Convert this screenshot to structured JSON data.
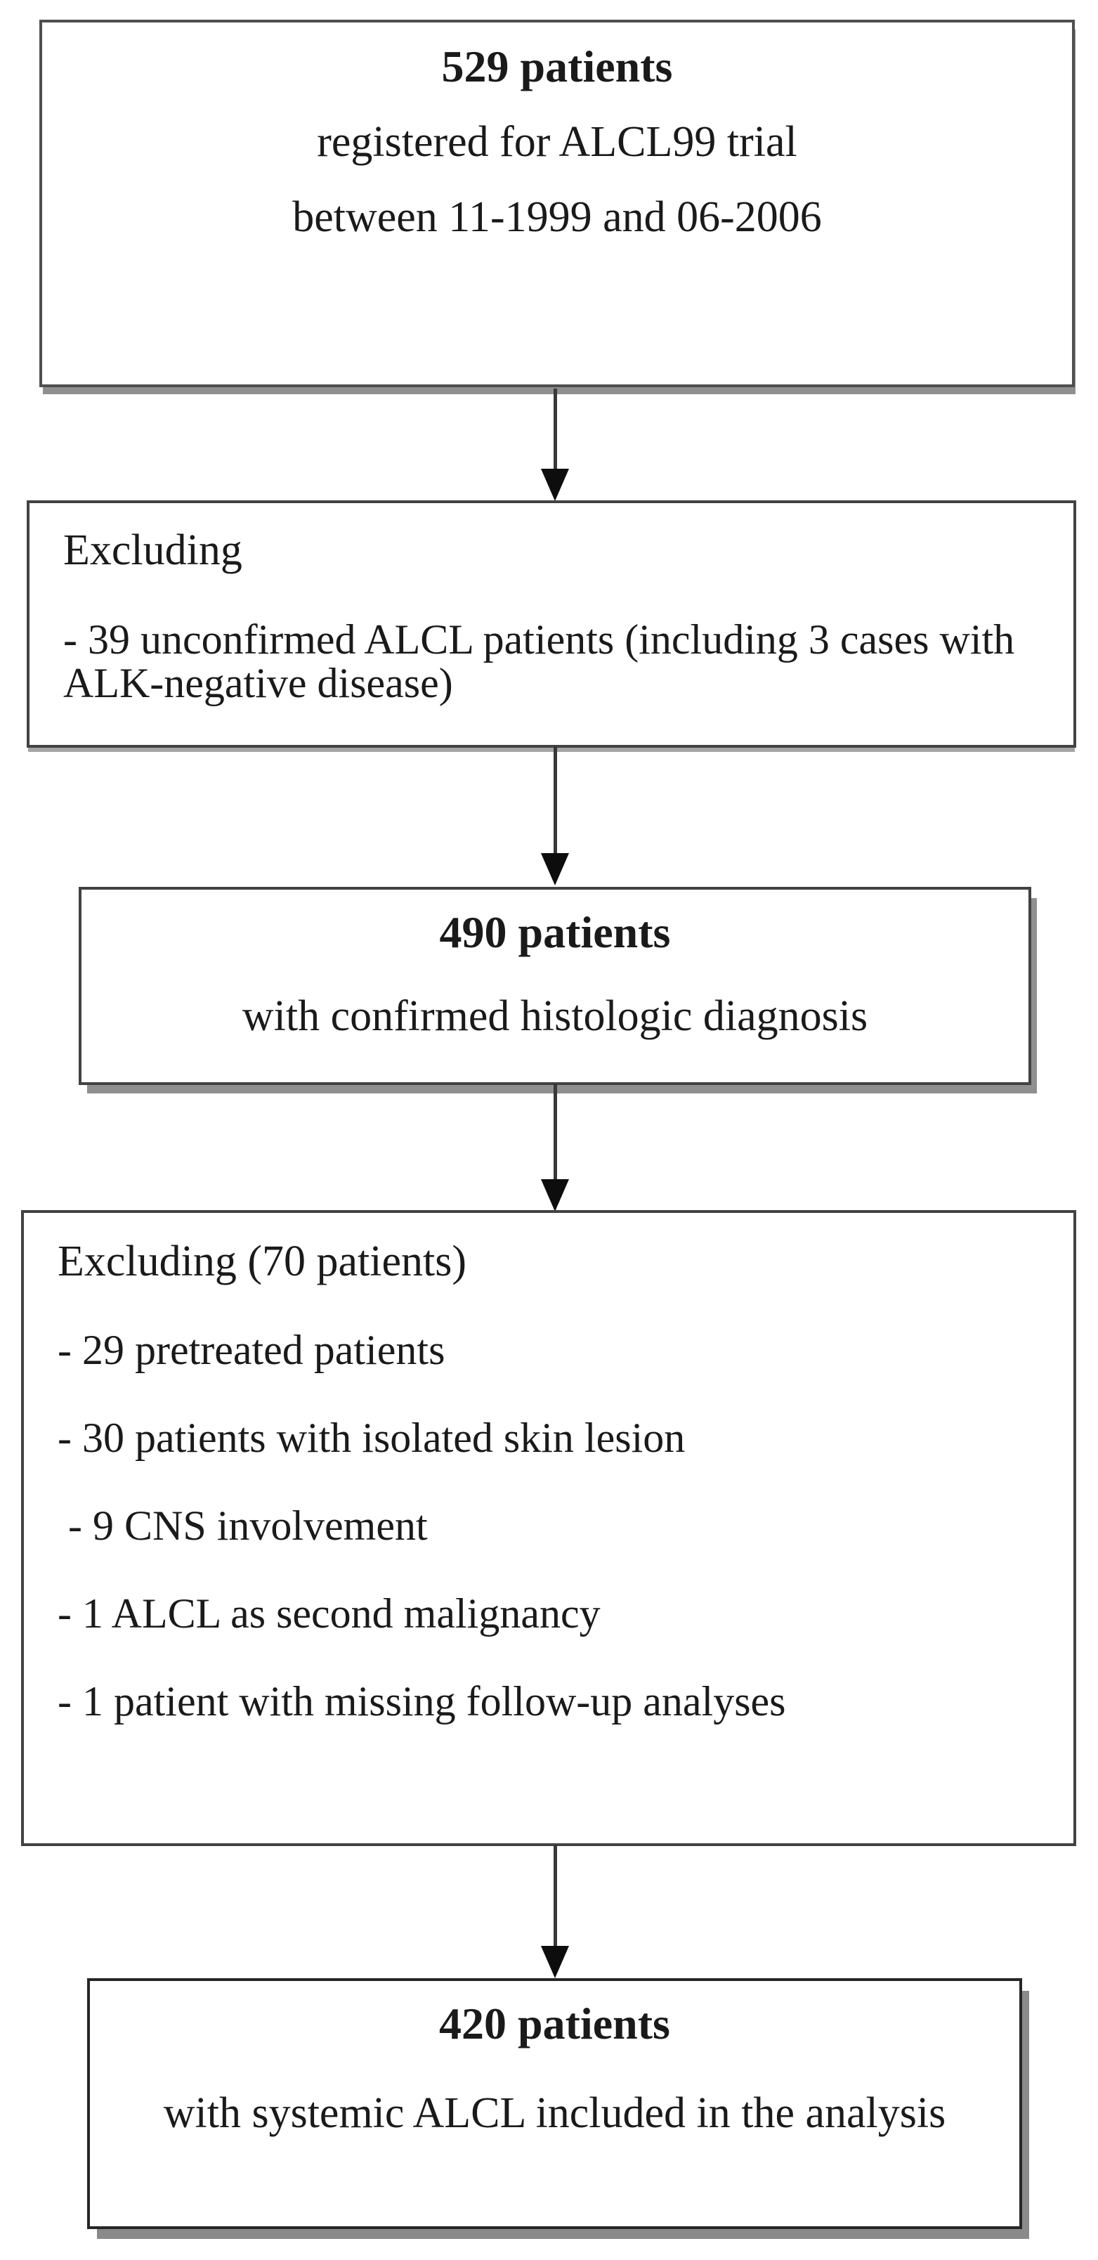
{
  "colors": {
    "background": "#ffffff",
    "box_border": "#424242",
    "box_shadow": "#8f8f8f",
    "arrow": "#0d0d0d",
    "text": "#1a1a1a"
  },
  "nodes": {
    "registered": {
      "count": "529 patients",
      "line2": "registered for ALCL99 trial",
      "line3": "between 11-1999 and 06-2006"
    },
    "exclusion1": {
      "title": "Excluding",
      "items": [
        "- 39 unconfirmed ALCL patients (including 3 cases with ALK-negative disease)"
      ]
    },
    "confirmed": {
      "count": "490 patients",
      "line2": "with confirmed histologic diagnosis"
    },
    "exclusion2": {
      "title": "Excluding (70 patients)",
      "items": [
        "- 29 pretreated patients",
        "- 30 patients with isolated skin lesion",
        " - 9 CNS involvement",
        "- 1 ALCL as second malignancy",
        "- 1 patient with missing follow-up analyses"
      ]
    },
    "included": {
      "count": "420 patients",
      "line2": "with systemic ALCL included in the analysis"
    }
  }
}
